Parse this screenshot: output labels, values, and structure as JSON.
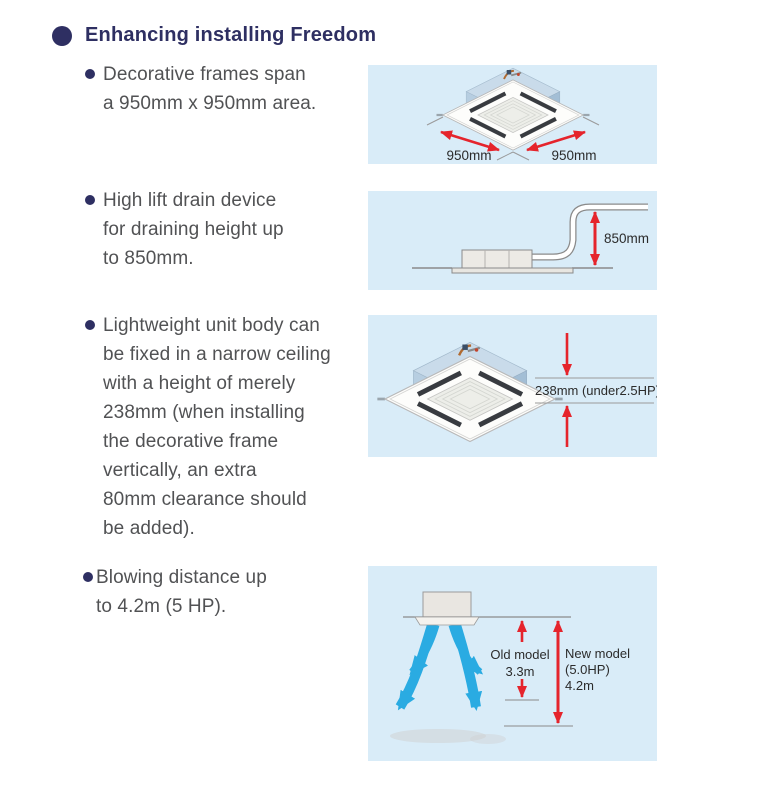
{
  "header": {
    "title": "Enhancing installing Freedom"
  },
  "colors": {
    "accent_navy": "#2e2f62",
    "body_text": "#515254",
    "panel_background": "#d9ecf8",
    "dimension_red": "#e5242c",
    "airflow_blue": "#2aabe2"
  },
  "features": [
    {
      "lines": [
        "Decorative frames span",
        "a 950mm x 950mm area."
      ],
      "panel": {
        "dim_left": "950mm",
        "dim_right": "950mm"
      }
    },
    {
      "lines": [
        "High lift drain device",
        "for draining height up",
        "to 850mm."
      ],
      "panel": {
        "height": "850mm"
      }
    },
    {
      "lines": [
        "Lightweight unit body can",
        "be fixed in a narrow ceiling",
        "with a height of merely",
        "238mm (when installing",
        "the decorative frame",
        "vertically, an extra",
        "80mm clearance should",
        "be added)."
      ],
      "panel": {
        "height": "238mm (under2.5HP)"
      }
    },
    {
      "lines": [
        "Blowing distance up",
        "to 4.2m (5 HP)."
      ],
      "panel": {
        "old_model": "Old model",
        "old_value": "3.3m",
        "new_model": "New model",
        "new_hp": "(5.0HP)",
        "new_value": "4.2m"
      }
    }
  ]
}
